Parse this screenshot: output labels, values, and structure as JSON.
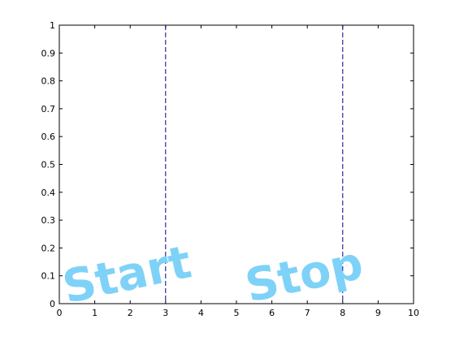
{
  "chart_data": {
    "type": "line",
    "title": "",
    "xlabel": "",
    "ylabel": "",
    "xlim": [
      0,
      10
    ],
    "ylim": [
      0,
      1
    ],
    "x_ticks": [
      "0",
      "1",
      "2",
      "3",
      "4",
      "5",
      "6",
      "7",
      "8",
      "9",
      "10"
    ],
    "y_ticks": [
      "0",
      "0.1",
      "0.2",
      "0.3",
      "0.4",
      "0.5",
      "0.6",
      "0.7",
      "0.8",
      "0.9",
      "1"
    ],
    "grid": false,
    "vertical_lines": [
      {
        "x": 3,
        "style": "dashed",
        "color": "#00008b"
      },
      {
        "x": 8,
        "style": "dashed",
        "color": "#00008b"
      }
    ],
    "annotations": [
      {
        "text": "Start",
        "x": 2.0,
        "y": 0.05,
        "color": "#7fd2f7"
      },
      {
        "text": "Stop",
        "x": 7.0,
        "y": 0.05,
        "color": "#7fd2f7"
      }
    ]
  }
}
